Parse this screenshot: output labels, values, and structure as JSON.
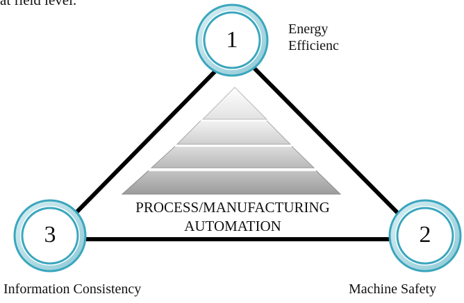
{
  "header_fragment": "at field level.",
  "nodes": [
    {
      "number": "1",
      "label_line1": "Energy",
      "label_line2": "Efficienc"
    },
    {
      "number": "2",
      "label": "Machine Safety"
    },
    {
      "number": "3",
      "label": "Information Consistency"
    }
  ],
  "center": {
    "line1": "PROCESS/MANUFACTURING",
    "line2": "AUTOMATION"
  },
  "colors": {
    "ring": "#4ab0c4",
    "ring_shadow": "#b9dde6",
    "triangle_stroke": "#000000",
    "pyramid_dark": "#9a9a9a",
    "pyramid_light": "#f2f2f2"
  }
}
